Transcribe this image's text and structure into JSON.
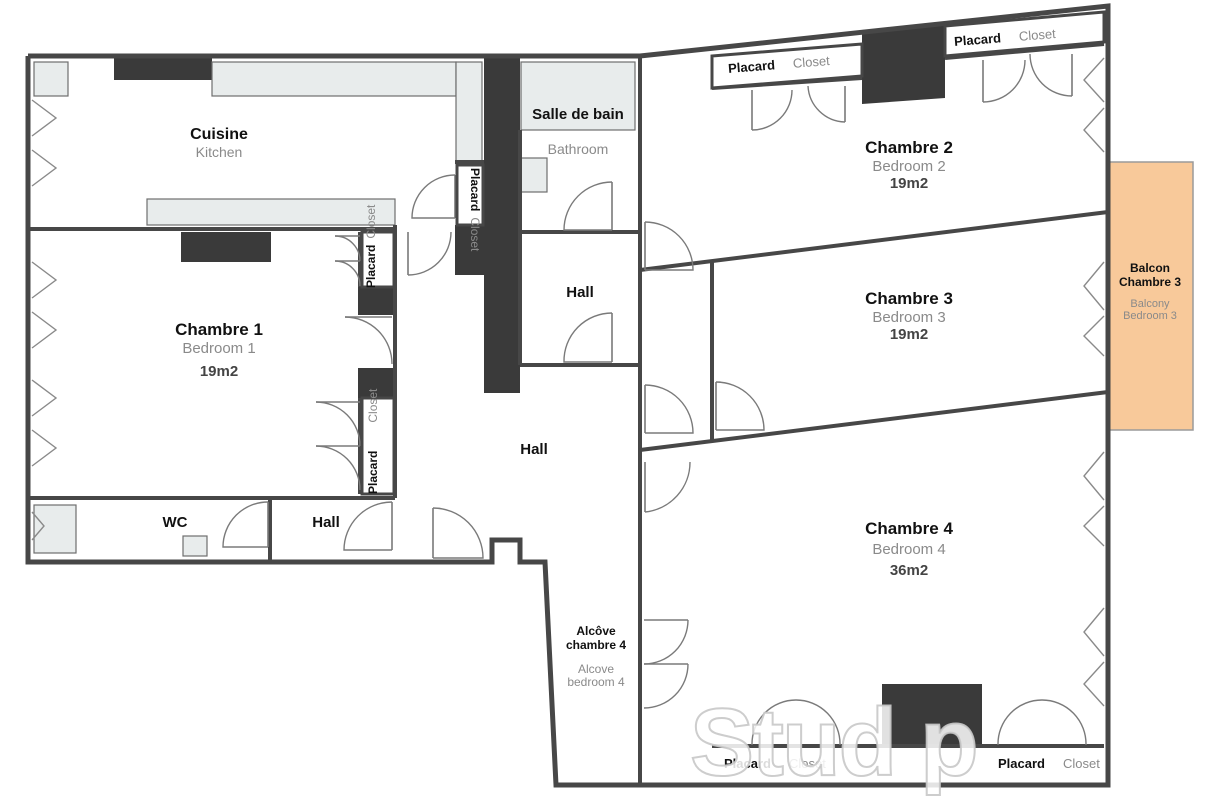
{
  "rooms": {
    "cuisine": {
      "fr": "Cuisine",
      "en": "Kitchen"
    },
    "sdb": {
      "fr": "Salle de bain",
      "en": "Bathroom"
    },
    "ch2": {
      "fr": "Chambre 2",
      "en": "Bedroom 2",
      "area": "19m2"
    },
    "ch1": {
      "fr": "Chambre 1",
      "en": "Bedroom 1",
      "area": "19m2"
    },
    "ch3": {
      "fr": "Chambre 3",
      "en": "Bedroom 3",
      "area": "19m2"
    },
    "ch4": {
      "fr": "Chambre 4",
      "en": "Bedroom 4",
      "area": "36m2"
    },
    "hall_upper": {
      "fr": "Hall"
    },
    "hall_main": {
      "fr": "Hall"
    },
    "hall_small": {
      "fr": "Hall"
    },
    "wc": {
      "fr": "WC"
    },
    "balcon": {
      "fr1": "Balcon",
      "fr2": "Chambre 3",
      "en1": "Balcony",
      "en2": "Bedroom 3"
    },
    "alcove": {
      "fr1": "Alcôve",
      "fr2": "chambre 4",
      "en1": "Alcove",
      "en2": "bedroom 4"
    }
  },
  "closets": {
    "kitchen": {
      "fr": "Placard",
      "en": "Closet"
    },
    "ch1_top": {
      "fr": "Placard",
      "en": "Closet"
    },
    "ch1_bottom": {
      "fr": "Placard",
      "en": "Closet"
    },
    "ch2_left": {
      "fr": "Placard",
      "en": "Closet"
    },
    "ch2_right": {
      "fr": "Placard",
      "en": "Closet"
    },
    "ch4_left": {
      "fr": "Placard",
      "en": "Closet"
    },
    "ch4_right": {
      "fr": "Placard",
      "en": "Closet"
    }
  },
  "watermark": "Stud p",
  "colors": {
    "wall": "#474747",
    "balcony": "#f8c99a",
    "fixture": "#e8ecec"
  }
}
